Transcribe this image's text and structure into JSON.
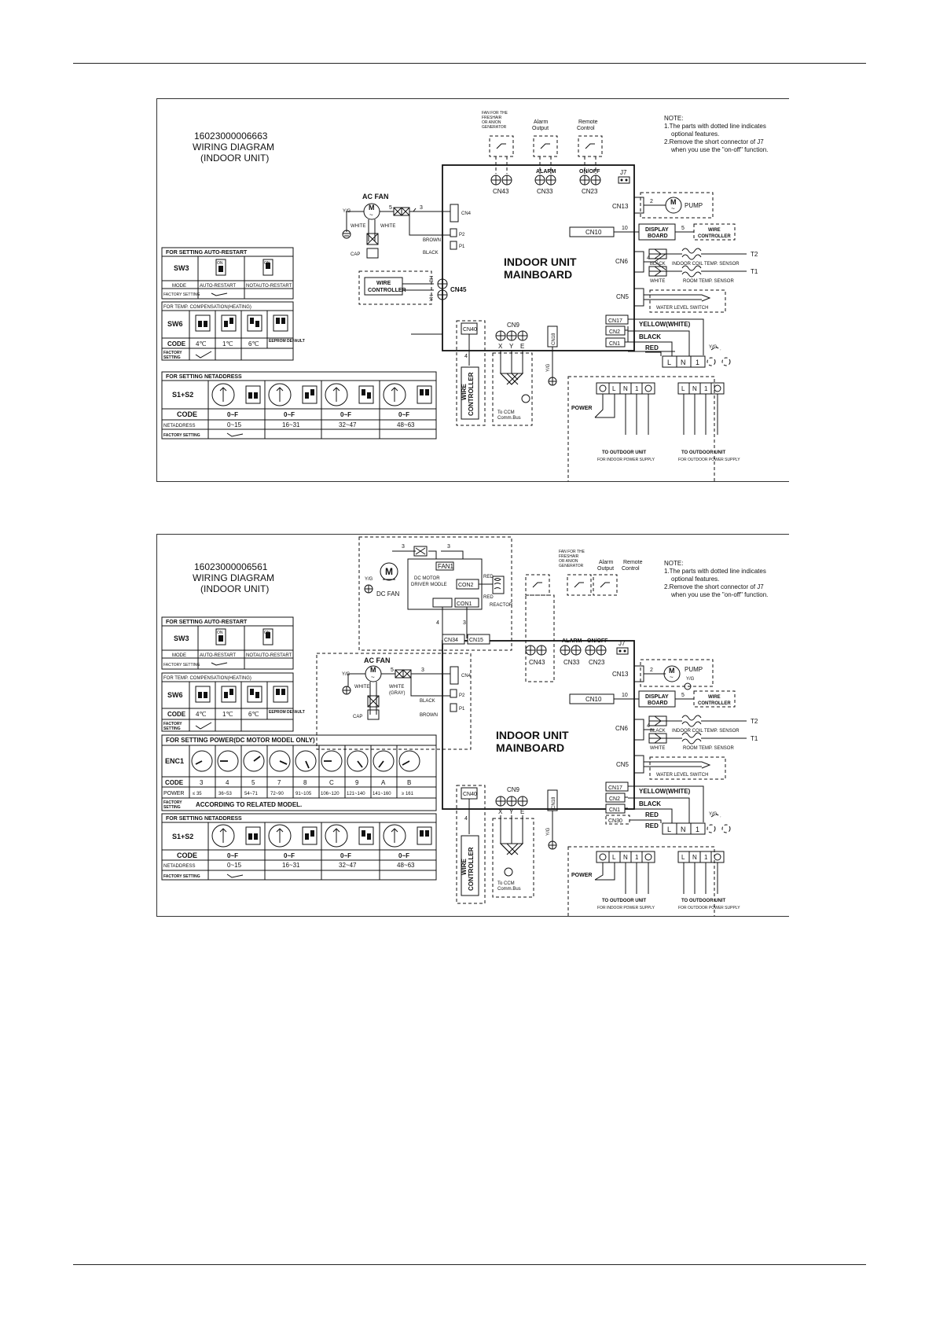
{
  "diagram1": {
    "code": "16023000006663",
    "title": "WIRING DIAGRAM",
    "subtitle": "(INDOOR UNIT)",
    "note": [
      "NOTE:",
      "1.The parts with dotted line indicates",
      "optional features.",
      "2.Remove the short connector of J7",
      "when you use the \"on-off\" function."
    ],
    "top_labels": {
      "fan": [
        "FAN FOR THE",
        "FRESHAIR",
        "OR ANION",
        "GENERATOR"
      ],
      "alarm": [
        "Alarm",
        "Output"
      ],
      "remote": [
        "Remote",
        "Control"
      ]
    },
    "connectors": {
      "cn43": "CN43",
      "cn33": "CN33",
      "cn23": "CN23",
      "alarm": "ALARM",
      "onoff": "ON/OFF",
      "j7": "J7",
      "cn4": "CN4",
      "p2": "P2",
      "p1": "P1",
      "cn13": "CN13",
      "cn10": "CN10",
      "cn6": "CN6",
      "cn5": "CN5",
      "cn45": "CN45",
      "cn40": "CN40",
      "cn9": "CN9",
      "cn18": "CN18",
      "cn17": "CN17",
      "cn2": "CN2",
      "cn1": "CN1"
    },
    "mainboard": [
      "INDOOR UNIT",
      "MAINBOARD"
    ],
    "fan": {
      "label": "AC FAN",
      "yg": "Y/G",
      "white1": "WHITE",
      "white2": "WHITE",
      "cap": "CAP",
      "brown": "BROWN",
      "black": "BLACK",
      "n5": "5",
      "n3": "3"
    },
    "pump": "PUMP",
    "display_board": [
      "DISPLAY",
      "BOARD"
    ],
    "wire_controller": [
      "WIRE",
      "CONTROLLER"
    ],
    "sensors": {
      "black": "BLACK",
      "t2_desc": "INDOOR COIL TEMP. SENSOR",
      "t2": "T2",
      "white": "WHITE",
      "t1_desc": "ROOM TEMP. SENSOR",
      "t1": "T1"
    },
    "water_level": "WATER LEVEL SWITCH",
    "wires": {
      "yellow": "YELLOW(WHITE)",
      "black": "BLACK",
      "red": "RED",
      "yg": "Y/G"
    },
    "terminals": [
      "L",
      "N",
      "1"
    ],
    "xye": [
      "X",
      "Y",
      "E"
    ],
    "ccm": [
      "To CCM",
      "Comm.Bus"
    ],
    "power": "POWER",
    "to_outdoor": "TO OUTDOOR UNIT",
    "for_indoor": "FOR INDOOR POWER SUPPLY",
    "for_outdoor": "FOR OUTDOOR POWER SUPPLY",
    "yh": "YH",
    "bh": "BH",
    "nums": {
      "n2": "2",
      "n10": "10",
      "n5": "5",
      "n4": "4",
      "n4b": "4"
    }
  },
  "diagram2": {
    "code": "16023000006561",
    "title": "WIRING DIAGRAM",
    "subtitle": "(INDOOR UNIT)",
    "note": [
      "NOTE:",
      "1.The parts with dotted line indicates",
      "optional features.",
      "2.Remove the short connector of J7",
      "when you use the \"on-off\" function."
    ],
    "dc_fan": "DC FAN",
    "dc_driver": [
      "DC MOTOR",
      "DRIVER MODLE"
    ],
    "fan1": "FAN1",
    "con2": "CON2",
    "con1": "CON1",
    "reactor": "REACTOR",
    "red": "RED",
    "cn34": "CN34",
    "cn15": "CN15",
    "cn30": "CN30",
    "gray": "(GRAY)",
    "fan_white": "WHITE",
    "ac_fan": "AC FAN",
    "black": "BLACK",
    "brown": "BROWN"
  },
  "tables": {
    "auto_restart": {
      "title": "FOR SETTING AUTO-RESTART",
      "row_label": "SW3",
      "mode": "MODE",
      "auto": "AUTO-RESTART",
      "not_auto": "NOTAUTO-RESTART",
      "factory": "FACTORY SETTING",
      "on": "ON",
      "one": "1"
    },
    "temp_comp": {
      "title": "FOR TEMP. COMPENSATION(HEATING)",
      "row_label": "SW6",
      "code": "CODE",
      "values": [
        "4℃",
        "1℃",
        "6℃",
        "EEPROM DEFAULT"
      ],
      "factory": [
        "FACTORY",
        "SETTING"
      ],
      "on": "ON",
      "onetwo": "1 2"
    },
    "netaddress": {
      "title": "FOR SETTING NETADDRESS",
      "row_label": "S1+S2",
      "code": "CODE",
      "codes": [
        "0~F",
        "0~F",
        "0~F",
        "0~F"
      ],
      "netaddress_label": "NETADDRESS",
      "ranges": [
        "0~15",
        "16~31",
        "32~47",
        "48~63"
      ],
      "factory": "FACTORY SETTING",
      "on": "ON",
      "onetwo": "1 2"
    },
    "power": {
      "title": "FOR SETTING POWER(DC MOTOR MODEL ONLY)",
      "row_label": "ENC1",
      "code": "CODE",
      "codes": [
        "3",
        "4",
        "5",
        "7",
        "8",
        "C",
        "9",
        "A",
        "B"
      ],
      "power_label": "POWER",
      "powers": [
        "≤ 35",
        "36~53",
        "54~71",
        "72~90",
        "91~105",
        "106~120",
        "121~140",
        "141~160",
        "≥ 161"
      ],
      "factory": [
        "FACTORY",
        "SETTING"
      ],
      "factory_value": "ACCORDING TO RELATED MODEL."
    }
  }
}
